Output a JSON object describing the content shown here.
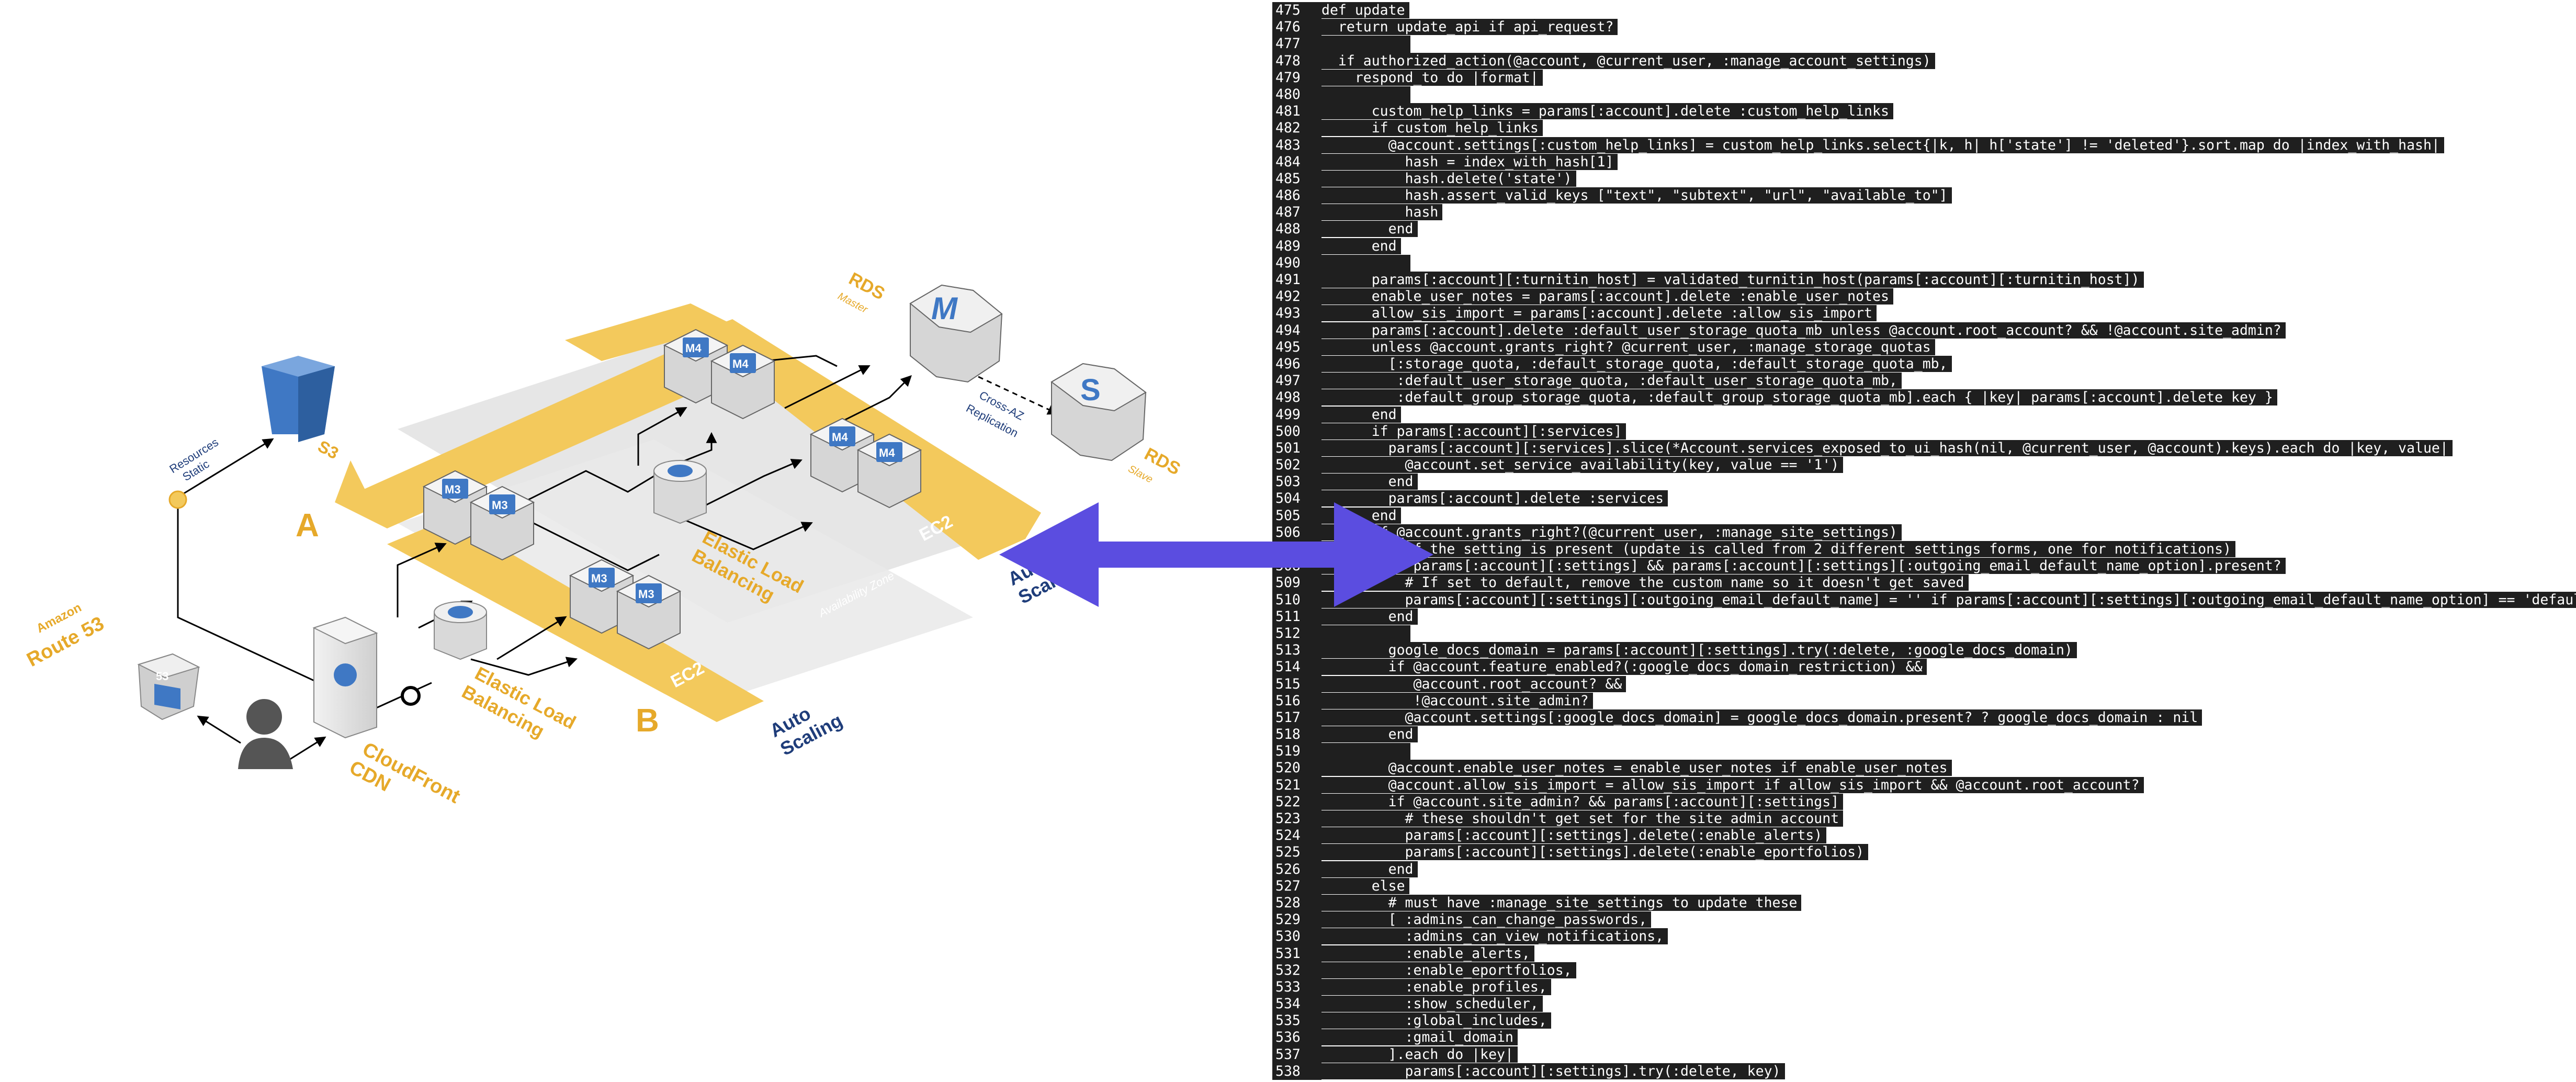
{
  "diagram": {
    "labels": {
      "rds_top": "RDS",
      "rds_top_sub": "Master",
      "rds_slave": "RDS",
      "rds_slave_sub": "Slave",
      "cross_az": "Cross-AZ",
      "replication": "Replication",
      "s3": "S3",
      "static_resources_1": "Static",
      "static_resources_2": "Resources",
      "zone_a": "A",
      "zone_b": "B",
      "availability_zone": "Availability Zone",
      "elb_1": "Elastic Load",
      "elb_2": "Balancing",
      "ec2": "EC2",
      "auto_scaling_1": "Auto",
      "auto_scaling_2": "Scaling",
      "route53_1": "Amazon",
      "route53_2": "Route 53",
      "cloudfront_1": "CloudFront",
      "cloudfront_2": "CDN",
      "m3": "M3",
      "m4": "M4",
      "m_glyph": "M",
      "s_glyph": "S",
      "r53_glyph": "53"
    },
    "colors": {
      "zone_yellow": "#f3c95c",
      "zone_yellow_dark": "#e5b33c",
      "zone_gray": "#dcdcdc",
      "label_gold": "#e6a92a",
      "label_blue": "#1f3d7a",
      "icon_blue": "#3f78c4",
      "arrow_purple": "#5b4de0"
    }
  },
  "code": {
    "lines": [
      {
        "n": "475",
        "t": "def update"
      },
      {
        "n": "476",
        "t": "  return update_api if api_request?"
      },
      {
        "n": "477",
        "t": ""
      },
      {
        "n": "478",
        "t": "  if authorized_action(@account, @current_user, :manage_account_settings)"
      },
      {
        "n": "479",
        "t": "    respond_to do |format|"
      },
      {
        "n": "480",
        "t": ""
      },
      {
        "n": "481",
        "t": "      custom_help_links = params[:account].delete :custom_help_links"
      },
      {
        "n": "482",
        "t": "      if custom_help_links"
      },
      {
        "n": "483",
        "t": "        @account.settings[:custom_help_links] = custom_help_links.select{|k, h| h['state'] != 'deleted'}.sort.map do |index_with_hash|"
      },
      {
        "n": "484",
        "t": "          hash = index_with_hash[1]"
      },
      {
        "n": "485",
        "t": "          hash.delete('state')"
      },
      {
        "n": "486",
        "t": "          hash.assert_valid_keys [\"text\", \"subtext\", \"url\", \"available_to\"]"
      },
      {
        "n": "487",
        "t": "          hash"
      },
      {
        "n": "488",
        "t": "        end"
      },
      {
        "n": "489",
        "t": "      end"
      },
      {
        "n": "490",
        "t": ""
      },
      {
        "n": "491",
        "t": "      params[:account][:turnitin_host] = validated_turnitin_host(params[:account][:turnitin_host])"
      },
      {
        "n": "492",
        "t": "      enable_user_notes = params[:account].delete :enable_user_notes"
      },
      {
        "n": "493",
        "t": "      allow_sis_import = params[:account].delete :allow_sis_import"
      },
      {
        "n": "494",
        "t": "      params[:account].delete :default_user_storage_quota_mb unless @account.root_account? && !@account.site_admin?"
      },
      {
        "n": "495",
        "t": "      unless @account.grants_right? @current_user, :manage_storage_quotas"
      },
      {
        "n": "496",
        "t": "        [:storage_quota, :default_storage_quota, :default_storage_quota_mb,"
      },
      {
        "n": "497",
        "t": "         :default_user_storage_quota, :default_user_storage_quota_mb,"
      },
      {
        "n": "498",
        "t": "         :default_group_storage_quota, :default_group_storage_quota_mb].each { |key| params[:account].delete key }"
      },
      {
        "n": "499",
        "t": "      end"
      },
      {
        "n": "500",
        "t": "      if params[:account][:services]"
      },
      {
        "n": "501",
        "t": "        params[:account][:services].slice(*Account.services_exposed_to_ui_hash(nil, @current_user, @account).keys).each do |key, value|"
      },
      {
        "n": "502",
        "t": "          @account.set_service_availability(key, value == '1')"
      },
      {
        "n": "503",
        "t": "        end"
      },
      {
        "n": "504",
        "t": "        params[:account].delete :services"
      },
      {
        "n": "505",
        "t": "      end"
      },
      {
        "n": "506",
        "t": "      if @account.grants_right?(@current_user, :manage_site_settings)"
      },
      {
        "n": "507",
        "t": "        # If the setting is present (update is called from 2 different settings forms, one for notifications)"
      },
      {
        "n": "508",
        "t": "        if params[:account][:settings] && params[:account][:settings][:outgoing_email_default_name_option].present?"
      },
      {
        "n": "509",
        "t": "          # If set to default, remove the custom name so it doesn't get saved"
      },
      {
        "n": "510",
        "t": "          params[:account][:settings][:outgoing_email_default_name] = '' if params[:account][:settings][:outgoing_email_default_name_option] == 'default'"
      },
      {
        "n": "511",
        "t": "        end"
      },
      {
        "n": "512",
        "t": ""
      },
      {
        "n": "513",
        "t": "        google_docs_domain = params[:account][:settings].try(:delete, :google_docs_domain)"
      },
      {
        "n": "514",
        "t": "        if @account.feature_enabled?(:google_docs_domain_restriction) &&"
      },
      {
        "n": "515",
        "t": "           @account.root_account? &&"
      },
      {
        "n": "516",
        "t": "           !@account.site_admin?"
      },
      {
        "n": "517",
        "t": "          @account.settings[:google_docs_domain] = google_docs_domain.present? ? google_docs_domain : nil"
      },
      {
        "n": "518",
        "t": "        end"
      },
      {
        "n": "519",
        "t": ""
      },
      {
        "n": "520",
        "t": "        @account.enable_user_notes = enable_user_notes if enable_user_notes"
      },
      {
        "n": "521",
        "t": "        @account.allow_sis_import = allow_sis_import if allow_sis_import && @account.root_account?"
      },
      {
        "n": "522",
        "t": "        if @account.site_admin? && params[:account][:settings]"
      },
      {
        "n": "523",
        "t": "          # these shouldn't get set for the site admin account"
      },
      {
        "n": "524",
        "t": "          params[:account][:settings].delete(:enable_alerts)"
      },
      {
        "n": "525",
        "t": "          params[:account][:settings].delete(:enable_eportfolios)"
      },
      {
        "n": "526",
        "t": "        end"
      },
      {
        "n": "527",
        "t": "      else"
      },
      {
        "n": "528",
        "t": "        # must have :manage_site_settings to update these"
      },
      {
        "n": "529",
        "t": "        [ :admins_can_change_passwords,"
      },
      {
        "n": "530",
        "t": "          :admins_can_view_notifications,"
      },
      {
        "n": "531",
        "t": "          :enable_alerts,"
      },
      {
        "n": "532",
        "t": "          :enable_eportfolios,"
      },
      {
        "n": "533",
        "t": "          :enable_profiles,"
      },
      {
        "n": "534",
        "t": "          :show_scheduler,"
      },
      {
        "n": "535",
        "t": "          :global_includes,"
      },
      {
        "n": "536",
        "t": "          :gmail_domain"
      },
      {
        "n": "537",
        "t": "        ].each do |key|"
      },
      {
        "n": "538",
        "t": "          params[:account][:settings].try(:delete, key)"
      }
    ]
  }
}
